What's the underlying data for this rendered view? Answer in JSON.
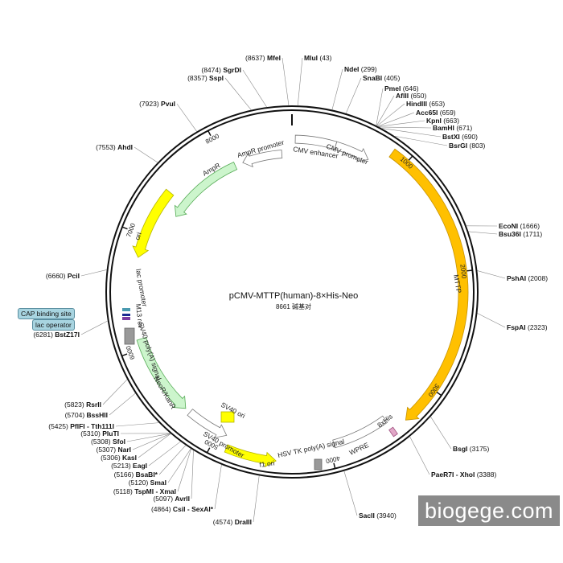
{
  "plasmid": {
    "name": "pCMV-MTTP(human)-8×His-Neo",
    "length_label": "8661 碱基对",
    "length": 8661
  },
  "sites": [
    {
      "name": "MfeI",
      "pos": "(8637)"
    },
    {
      "name": "MluI",
      "pos": "(43)"
    },
    {
      "name": "SgrDI",
      "pos": "(8474)"
    },
    {
      "name": "SspI",
      "pos": "(8357)"
    },
    {
      "name": "NdeI",
      "pos": "(299)"
    },
    {
      "name": "SnaBI",
      "pos": "(405)"
    },
    {
      "name": "PmeI",
      "pos": "(646)"
    },
    {
      "name": "AflII",
      "pos": "(650)"
    },
    {
      "name": "HindIII",
      "pos": "(653)"
    },
    {
      "name": "Acc65I",
      "pos": "(659)"
    },
    {
      "name": "KpnI",
      "pos": "(663)"
    },
    {
      "name": "BamHI",
      "pos": "(671)"
    },
    {
      "name": "BstXI",
      "pos": "(690)"
    },
    {
      "name": "BsrGI",
      "pos": "(803)"
    },
    {
      "name": "PvuI",
      "pos": "(7923)"
    },
    {
      "name": "AhdI",
      "pos": "(7553)"
    },
    {
      "name": "EcoNI",
      "pos": "(1666)"
    },
    {
      "name": "Bsu36I",
      "pos": "(1711)"
    },
    {
      "name": "PshAI",
      "pos": "(2008)"
    },
    {
      "name": "FspAI",
      "pos": "(2323)"
    },
    {
      "name": "PciI",
      "pos": "(6660)"
    },
    {
      "name": "BstZ17I",
      "pos": "(6281)"
    },
    {
      "name": "RsrII",
      "pos": "(5823)"
    },
    {
      "name": "BssHII",
      "pos": "(5704)"
    },
    {
      "name": "PflFI - Tth111I",
      "pos": "(5425)"
    },
    {
      "name": "PluTI",
      "pos": "(5310)"
    },
    {
      "name": "SfoI",
      "pos": "(5308)"
    },
    {
      "name": "NarI",
      "pos": "(5307)"
    },
    {
      "name": "KasI",
      "pos": "(5306)"
    },
    {
      "name": "EagI",
      "pos": "(5213)"
    },
    {
      "name": "BsaBI*",
      "pos": "(5166)"
    },
    {
      "name": "SmaI",
      "pos": "(5120)"
    },
    {
      "name": "TspMI - XmaI",
      "pos": "(5118)"
    },
    {
      "name": "AvrII",
      "pos": "(5097)"
    },
    {
      "name": "CsiI - SexAI*",
      "pos": "(4864)"
    },
    {
      "name": "DraIII",
      "pos": "(4574)"
    },
    {
      "name": "BsgI",
      "pos": "(3175)"
    },
    {
      "name": "PaeR7I - XhoI",
      "pos": "(3388)"
    },
    {
      "name": "SacII",
      "pos": "(3940)"
    }
  ],
  "features": {
    "ampr_promoter": "AmpR promoter",
    "ampr": "AmpR",
    "cmv_enhancer": "CMV enhancer",
    "cmv_promoter": "CMV promoter",
    "ori": "ori",
    "lac_promoter": "lac promoter",
    "m13_rev": "M13 rev",
    "sv40_polya": "SV40 poly(A) signal",
    "neor": "NeoR/KanR",
    "sv40_ori": "SV40 ori",
    "sv40_promoter": "SV40 promoter",
    "f1_ori": "f1 ori",
    "hsv_tk": "HSV TK poly(A) signal",
    "wpre": "WPRE",
    "his": "8xHis",
    "mttp": "MTTP"
  },
  "boxes": {
    "cap_binding_site": "CAP binding site",
    "lac_operator": "lac operator"
  },
  "ticks": [
    "1000",
    "2000",
    "3000",
    "4000",
    "5000",
    "6000",
    "7000",
    "8000"
  ],
  "watermark": "biogege.com",
  "colors": {
    "mttp": "#ffc000",
    "ori": "#ffff00",
    "ampr": "#ccf5cc",
    "cds_outline": "#888888"
  }
}
